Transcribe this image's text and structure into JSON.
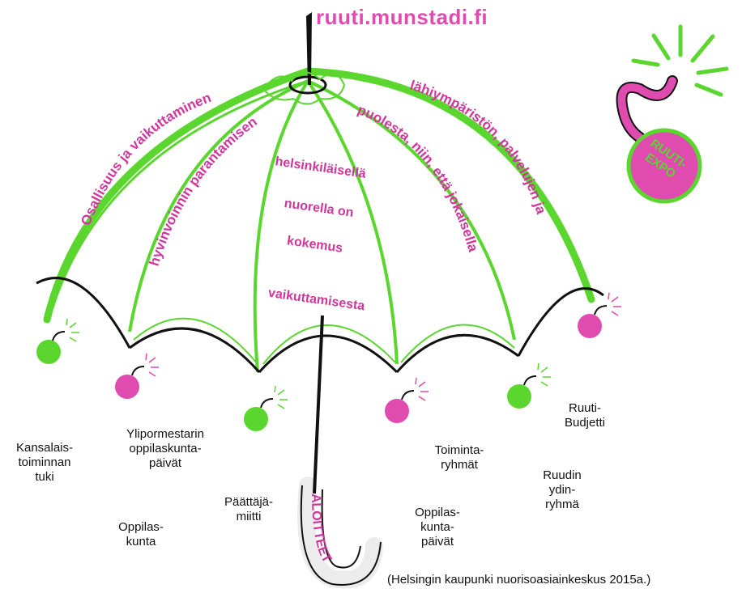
{
  "url": "ruuti.munstadi.fi",
  "canopy_text": {
    "left_outer": "Osallisuus ja vaikuttaminen",
    "left_inner": "hyvinvoinnin parantamisen",
    "center_1": "helsinkiläisellä",
    "center_2": "nuorella on",
    "center_3": "kokemus",
    "center_4": "vaikuttamisesta",
    "right_inner": "puolesta, niin, että jokaisella",
    "right_outer": "lähiympäristön, palvelujen ja"
  },
  "expo_bomb": "RUUTI-\nEXPO",
  "handle_text": "ALOITTEET",
  "labels": {
    "kansalais": "Kansalais-\ntoiminnan\ntuki",
    "ylipormestari": "Ylipormestarin\noppilaskunta-\npäivät",
    "oppilaskunta": "Oppilas-\nkunta",
    "paattajamiitti": "Päättäjä-\nmiitti",
    "toimintaryhmat": "Toiminta-\nryhmät",
    "oppilaskuntapaivat": "Oppilas-\nkunta-\npäivät",
    "ruutibudjetti": "Ruuti-\nBudjetti",
    "ydinryhma": "Ruudin\nydin-\nryhmä"
  },
  "source": "(Helsingin kaupunki nuorisoasiainkeskus 2015a.)",
  "colors": {
    "green": "#5ad62e",
    "pink": "#e04bb0",
    "black": "#111111",
    "canopy_text": "#d0369c"
  }
}
